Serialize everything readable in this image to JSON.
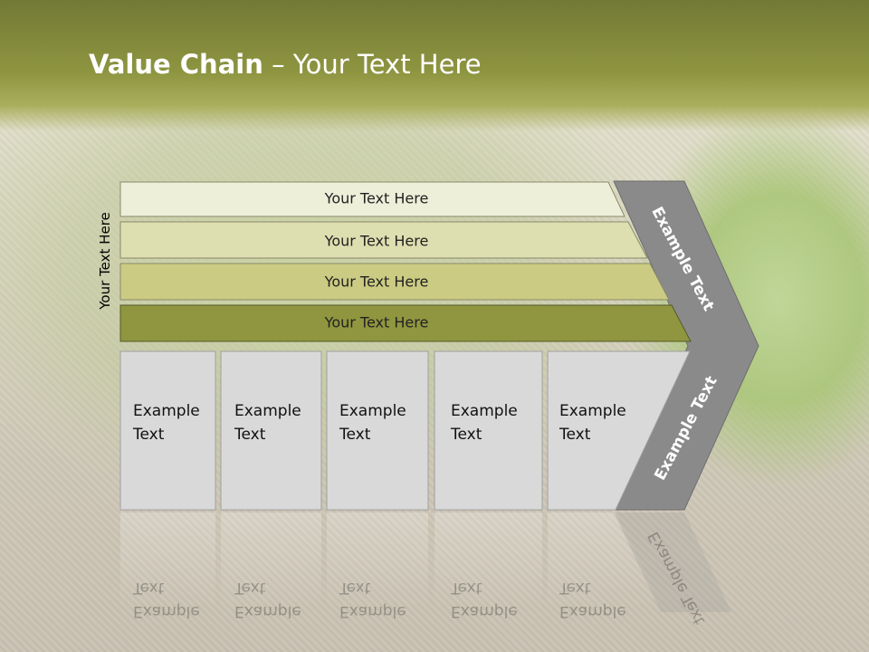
{
  "title": {
    "bold": "Value Chain",
    "rest": " – Your Text Here"
  },
  "side_label": "Your Text Here",
  "bands": [
    {
      "label": "Your Text Here",
      "color": "#eeefd9"
    },
    {
      "label": "Your Text Here",
      "color": "#dedfb0"
    },
    {
      "label": "Your Text Here",
      "color": "#cbcb83"
    },
    {
      "label": "Your Text Here",
      "color": "#8f963f"
    }
  ],
  "cards": [
    {
      "line1": "Example",
      "line2": "Text"
    },
    {
      "line1": "Example",
      "line2": "Text"
    },
    {
      "line1": "Example",
      "line2": "Text"
    },
    {
      "line1": "Example",
      "line2": "Text"
    },
    {
      "line1": "Example",
      "line2": "Text"
    }
  ],
  "chevron": {
    "upper_label": "Example Text",
    "lower_label": "Example Text",
    "color": "#8a8a8a"
  },
  "card_color": "#d9d9d9"
}
